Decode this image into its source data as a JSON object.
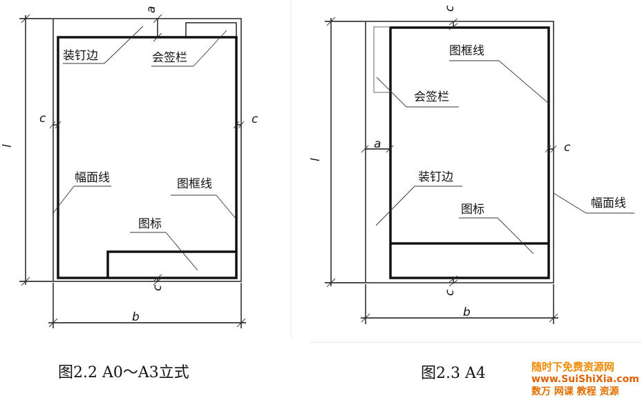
{
  "left_figure": {
    "labels": {
      "binding_edge": "装钉边",
      "signature_box": "会签栏",
      "sheet_line": "幅面线",
      "frame_line": "图框线",
      "title_block": "图标"
    },
    "dims": {
      "a": "a",
      "c_left": "c",
      "c_right": "c",
      "c_bottom": "c",
      "l": "l",
      "b": "b"
    },
    "caption": "图2.2  A0～A3立式"
  },
  "right_figure": {
    "labels": {
      "frame_line": "图框线",
      "signature_box": "会签栏",
      "binding_edge": "装钉边",
      "title_block": "图标",
      "sheet_line": "幅面线"
    },
    "dims": {
      "c_top": "c",
      "a": "a",
      "c_right": "c",
      "c_bottom": "c",
      "l": "l",
      "b": "b"
    },
    "caption": "图2.3  A4"
  },
  "watermark": {
    "line1": "随时下免费资源网",
    "line2": "www.SuiShiXia.com",
    "line3": "数万 网课 教程 资源"
  }
}
